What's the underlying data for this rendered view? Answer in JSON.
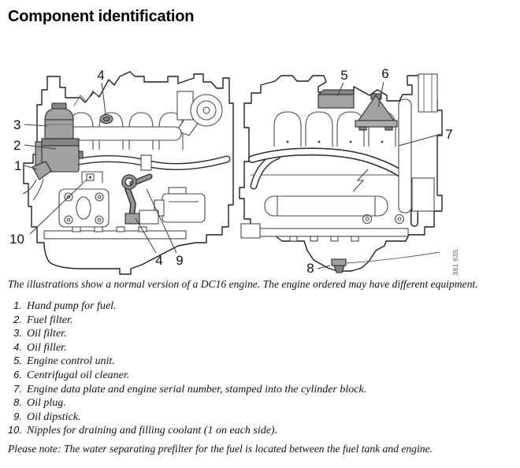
{
  "page": {
    "title": "Component identification"
  },
  "figure": {
    "drawing_number": "381 635",
    "colors": {
      "highlight_fill": "#a2a2a2",
      "line_color": "#1f1f1f"
    },
    "callouts": [
      {
        "id": "oil-filler-top",
        "label": "4"
      },
      {
        "id": "oil-filter",
        "label": "3"
      },
      {
        "id": "fuel-filter",
        "label": "2"
      },
      {
        "id": "hand-pump",
        "label": "1"
      },
      {
        "id": "coolant-nipple",
        "label": "10"
      },
      {
        "id": "oil-filler-lower",
        "label": "4"
      },
      {
        "id": "oil-dipstick",
        "label": "9"
      },
      {
        "id": "engine-control-unit",
        "label": "5"
      },
      {
        "id": "centrifugal-oil-cleaner",
        "label": "6"
      },
      {
        "id": "engine-data-plate",
        "label": "7"
      },
      {
        "id": "oil-plug",
        "label": "8"
      }
    ]
  },
  "caption": "The illustrations show a normal version of a DC16 engine. The engine ordered may have different equipment.",
  "component_list": {
    "items": [
      {
        "num": "1.",
        "text": "Hand pump for fuel."
      },
      {
        "num": "2.",
        "text": "Fuel filter."
      },
      {
        "num": "3.",
        "text": "Oil filter."
      },
      {
        "num": "4.",
        "text": "Oil filler."
      },
      {
        "num": "5.",
        "text": "Engine control unit."
      },
      {
        "num": "6.",
        "text": "Centrifugal oil cleaner."
      },
      {
        "num": "7.",
        "text": "Engine data plate and engine serial number, stamped into the cylinder block."
      },
      {
        "num": "8.",
        "text": "Oil plug."
      },
      {
        "num": "9.",
        "text": "Oil dipstick."
      },
      {
        "num": "10.",
        "text": "Nipples for draining and filling coolant (1 on each side)."
      }
    ]
  },
  "note": "Please note: The water separating prefilter for the fuel is located between the fuel tank and engine."
}
